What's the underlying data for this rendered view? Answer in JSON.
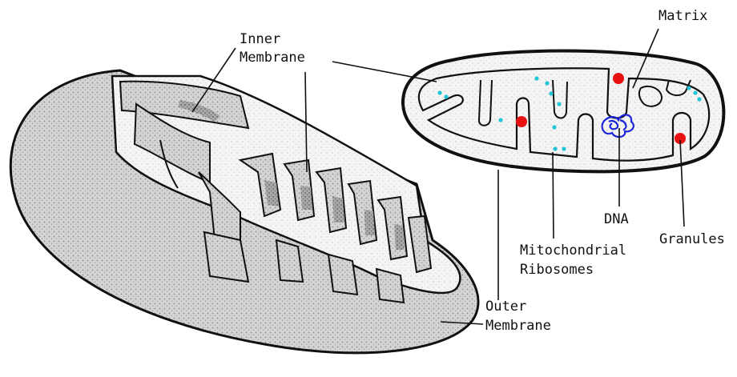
{
  "labels": {
    "inner_membrane": {
      "line1": "Inner",
      "line2": "Membrane"
    },
    "matrix": "Matrix",
    "dna": "DNA",
    "granules": "Granules",
    "ribosomes": {
      "line1": "Mitochondrial",
      "line2": "Ribosomes"
    },
    "outer_membrane": {
      "line1": "Outer",
      "line2": "Membrane"
    }
  },
  "colors": {
    "outline": "#111111",
    "stipple": "#bdbdbd",
    "granule": "#e81212",
    "ribosome": "#22c4d8",
    "dna": "#1a24d8"
  }
}
